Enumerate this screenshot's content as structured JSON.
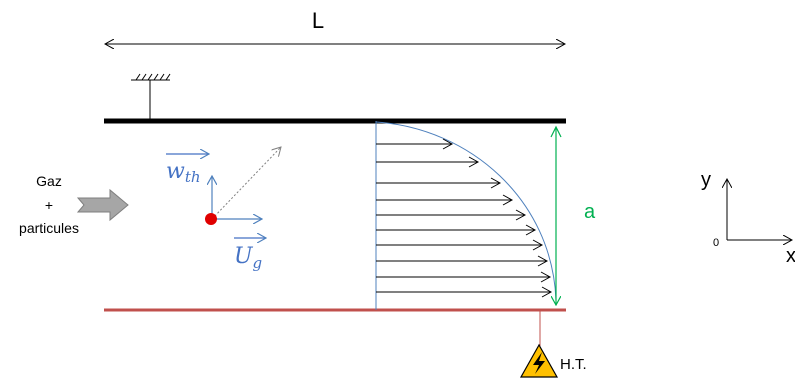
{
  "labels": {
    "length": "L",
    "gas_line1": "Gaz",
    "gas_line2": "+",
    "gas_line3": "particules",
    "gap": "a",
    "wth_base": "w",
    "wth_sub": "th",
    "ug_base": "U",
    "ug_sub": "g",
    "high_voltage": "H.T.",
    "axis_y": "y",
    "axis_x": "x",
    "axis_origin": "0"
  },
  "colors": {
    "plate_top": "#000000",
    "plate_bottom": "#c0504d",
    "velocity_profile": "#4f81bd",
    "vector_label": "#4472c4",
    "gap_arrow": "#00b050",
    "particle": "#e00000",
    "gas_arrow_fill": "#a6a6a6",
    "warning_fill": "#ffc000"
  },
  "icons": {
    "ground": "ground-icon",
    "warning": "high-voltage-warning-icon"
  }
}
